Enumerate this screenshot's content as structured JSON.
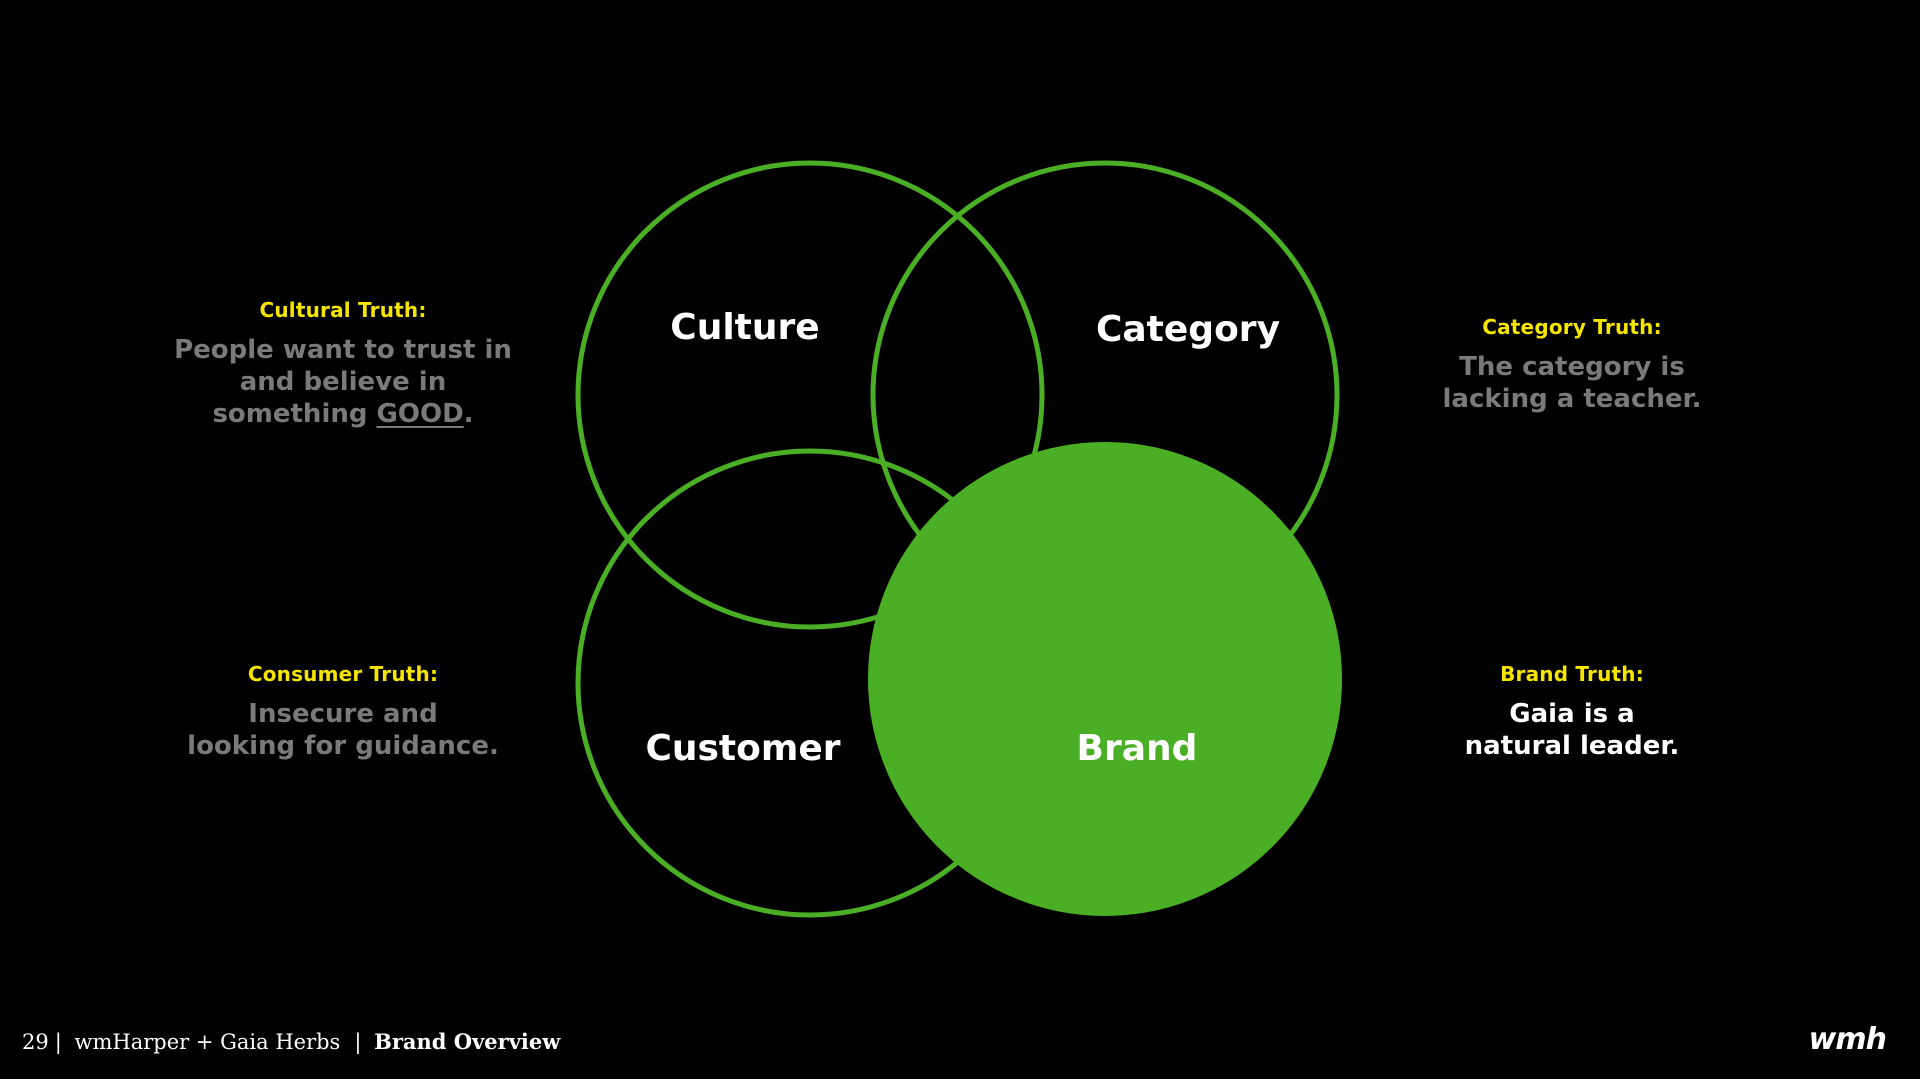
{
  "venn": {
    "circles": [
      "Culture",
      "Category",
      "Customer",
      "Brand"
    ],
    "highlighted": "Brand",
    "colors": {
      "outline": "#4aaf24",
      "fill": "#4aaf24",
      "label": "#ffffff"
    }
  },
  "truths": {
    "cultural": {
      "heading": "Cultural Truth:",
      "line1": "People want to trust in",
      "line2": "and believe in",
      "line3_pre": "something ",
      "line3_emph": "GOOD",
      "line3_post": "."
    },
    "category": {
      "heading": "Category Truth:",
      "line1": "The category is",
      "line2": "lacking a teacher."
    },
    "consumer": {
      "heading": "Consumer Truth:",
      "line1": "Insecure and",
      "line2": "looking for guidance."
    },
    "brand": {
      "heading": "Brand Truth:",
      "line1": "Gaia is a",
      "line2": "natural leader."
    }
  },
  "footer": {
    "page_number": "29",
    "separator": "|",
    "client": "wmHarper + Gaia Herbs",
    "section": "Brand Overview",
    "logo": "wmh"
  },
  "colors": {
    "background": "#000000",
    "heading": "#f5e500",
    "muted_text": "#7a7a7a",
    "accent": "#4aaf24"
  }
}
